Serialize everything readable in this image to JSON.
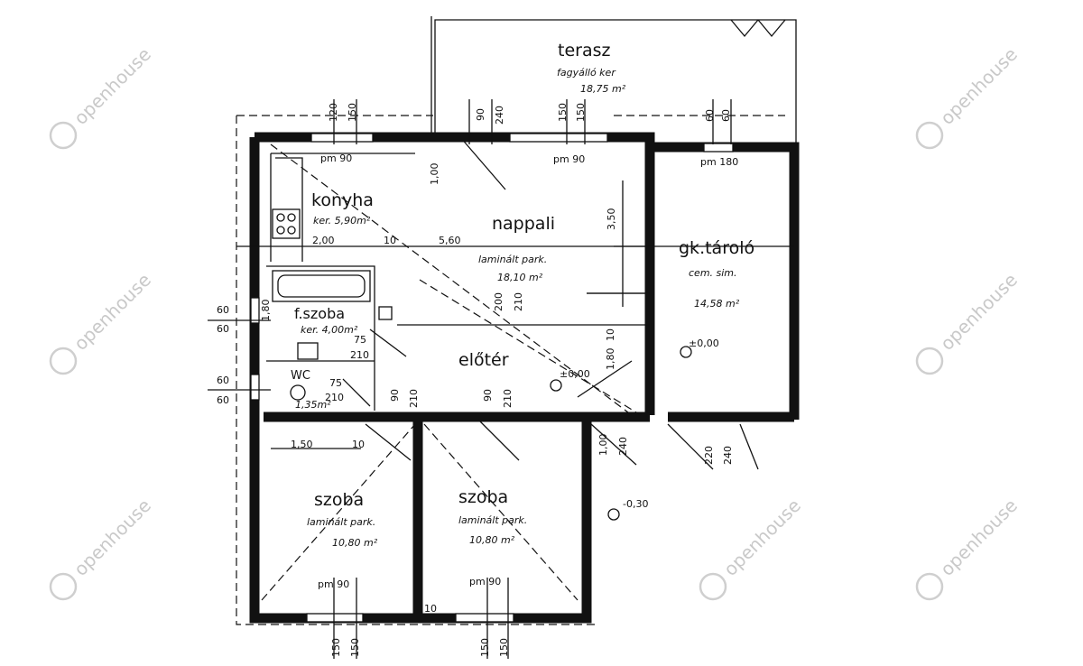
{
  "watermark": {
    "text": "openhouse"
  },
  "rooms": {
    "terasz": {
      "name": "terasz",
      "line1": "fagyálló ker",
      "line2": "18,75 m²"
    },
    "konyha": {
      "name": "konyha",
      "line1": "ker. 5,90m²"
    },
    "nappali": {
      "name": "nappali",
      "line1": "laminált park.",
      "line2": "18,10 m²"
    },
    "garage": {
      "name": "gk.tároló",
      "line1": "cem. sim.",
      "line2": "14,58 m²"
    },
    "fszoba": {
      "name": "f.szoba",
      "line1": "ker. 4,00m²"
    },
    "wc": {
      "name": "WC",
      "line1": "1,35m²"
    },
    "eloter": {
      "name": "előtér"
    },
    "szoba1": {
      "name": "szoba",
      "line1": "laminált park.",
      "line2": "10,80 m²"
    },
    "szoba2": {
      "name": "szoba",
      "line1": "laminált park.",
      "line2": "10,80 m²"
    }
  },
  "windows": {
    "w1": "pm 90",
    "w2": "pm 90",
    "w3": "pm 180",
    "w4": "pm 90",
    "w5": "pm 90"
  },
  "dims": {
    "d120": "120",
    "d150a": "150",
    "d90a": "90",
    "d240a": "240",
    "d150b": "150",
    "d150c": "150",
    "d60a": "60",
    "d60b": "60",
    "d100": "1,00",
    "d350": "3,50",
    "d200": "2,00",
    "d10a": "10",
    "d560": "5,60",
    "d200b": "200",
    "d210a": "210",
    "d60l1": "60",
    "d60l2": "60",
    "d60l3": "60",
    "d60l4": "60",
    "d180": "1,80",
    "d75a": "75",
    "d210b": "210",
    "d75b": "75",
    "d210c": "210",
    "d10b": "10",
    "d180b": "1,80",
    "d000a": "±0,00",
    "d000b": "±0,00",
    "d90b": "90",
    "d210d": "210",
    "d90c": "90",
    "d210e": "210",
    "d150d": "1,50",
    "d10c": "10",
    "d100b": "1,00",
    "d240b": "240",
    "d220": "220",
    "d240c": "240",
    "d030": "-0,30",
    "d150e": "150",
    "d150f": "150",
    "d150g": "150",
    "d150h": "150",
    "d10d": "10"
  }
}
